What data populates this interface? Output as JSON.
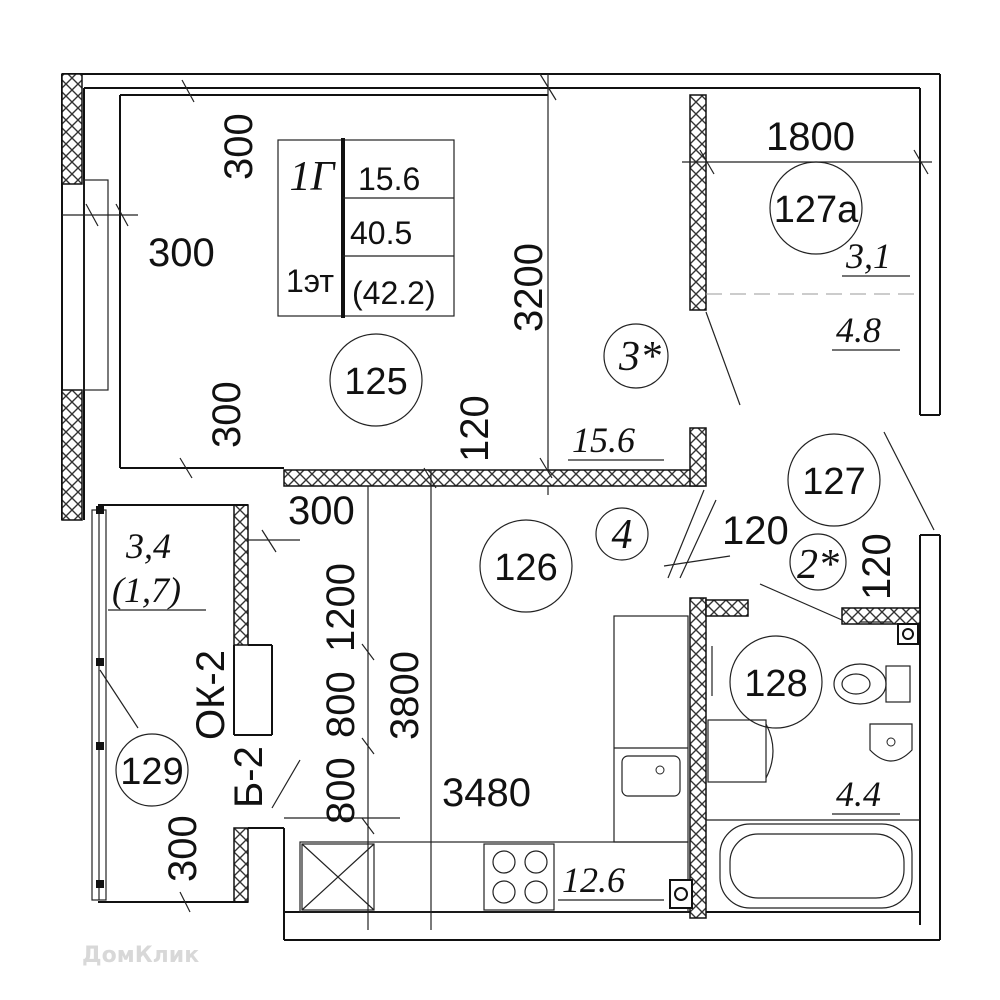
{
  "apartment": {
    "type": "1Г",
    "floor": "1эт",
    "living_area": "15.6",
    "total_area": "40.5",
    "total_area_with_balcony": "(42.2)"
  },
  "rooms": [
    {
      "number": "125",
      "area": "15.6",
      "index": "3*"
    },
    {
      "number": "126",
      "area": "12.6",
      "index": "4"
    },
    {
      "number": "127",
      "area": "",
      "index": "2*"
    },
    {
      "number": "127а",
      "area": "4.8",
      "index": "3,1"
    },
    {
      "number": "128",
      "area": "4.4"
    },
    {
      "number": "129",
      "area": "3,4",
      "area_reduced": "(1,7)"
    }
  ],
  "dimensions": {
    "d300_top": "300",
    "d300_left": "300",
    "d300_mid": "300",
    "d3200": "3200",
    "d120_a": "120",
    "d1800": "1800",
    "d300_balc": "300",
    "d1200": "1200",
    "d800_a": "800",
    "d800_b": "800",
    "d3800": "3800",
    "d3480": "3480",
    "d120_b": "120",
    "d120_c": "120",
    "d300_bottom": "300"
  },
  "labels": {
    "window_ok": "ОК-2",
    "door_b": "Б-2"
  },
  "watermark": "ДомКлик"
}
